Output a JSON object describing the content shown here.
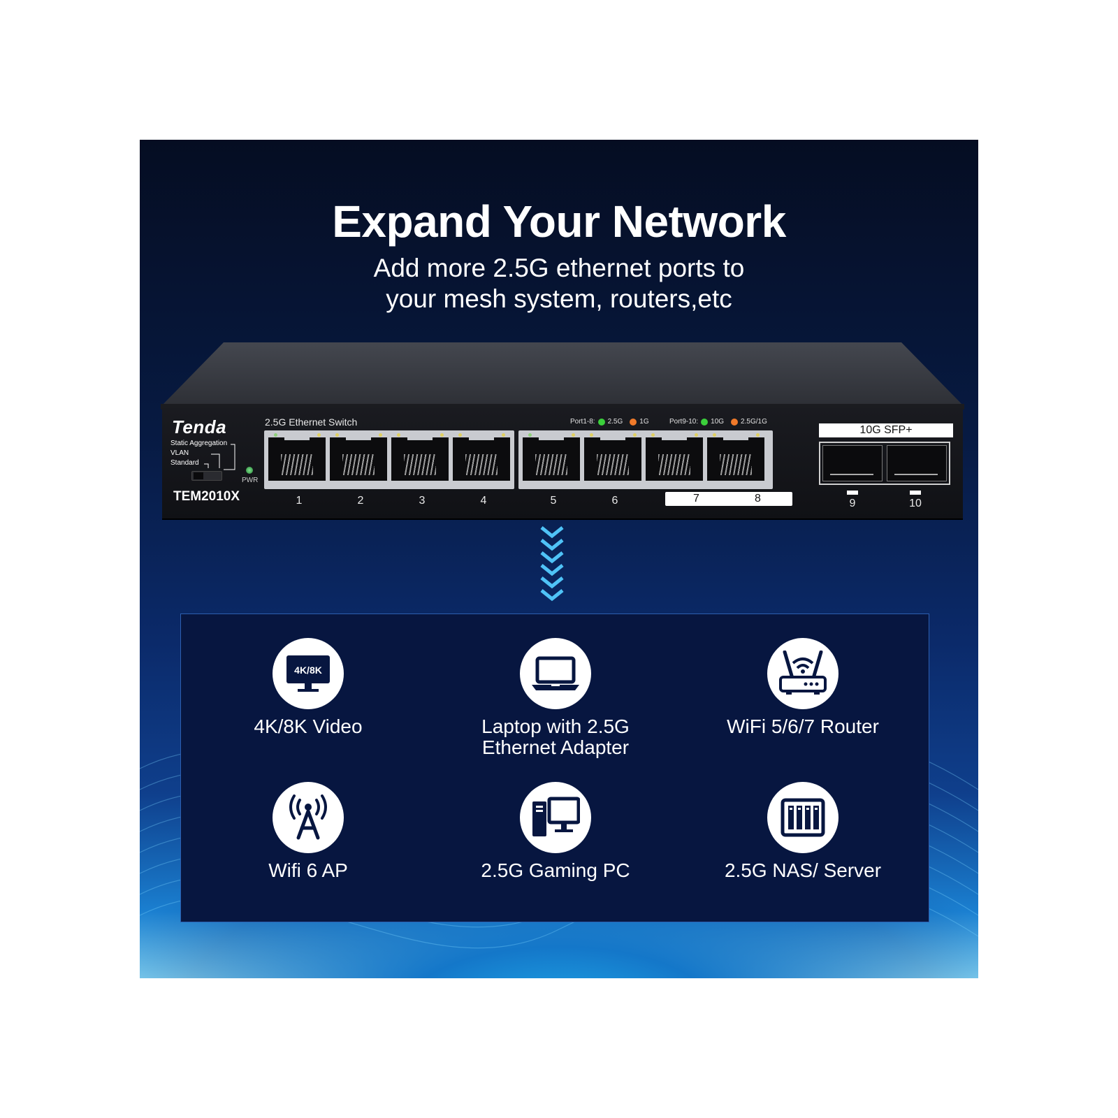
{
  "headline": "Expand Your Network",
  "subheadline": "Add more 2.5G ethernet ports to your mesh system, routers,etc",
  "switch": {
    "brand": "Tenda",
    "model": "TEM2010X",
    "title": "2.5G Ethernet Switch",
    "mode_labels": [
      "Static Aggregation",
      "VLAN",
      "Standard"
    ],
    "pwr_label": "PWR",
    "legend": {
      "group1_label": "Port1-8:",
      "group1_green": "2.5G",
      "group1_orange": "1G",
      "group2_label": "Port9-10:",
      "group2_green": "10G",
      "group2_orange": "2.5G/1G"
    },
    "port_numbers": [
      "1",
      "2",
      "3",
      "4",
      "5",
      "6",
      "7",
      "8"
    ],
    "sfp_label": "10G SFP+",
    "sfp_numbers": [
      "9",
      "10"
    ],
    "colors": {
      "led_green": "#3bcf3b",
      "led_orange": "#f07a2a"
    }
  },
  "devices": [
    {
      "icon": "monitor-4k8k-icon",
      "icon_text": "4K/8K",
      "label": "4K/8K Video"
    },
    {
      "icon": "laptop-icon",
      "label": "Laptop with 2.5G Ethernet Adapter"
    },
    {
      "icon": "router-icon",
      "label": "WiFi 5/6/7 Router"
    },
    {
      "icon": "access-point-icon",
      "label": "Wifi 6 AP"
    },
    {
      "icon": "desktop-pc-icon",
      "label": "2.5G Gaming PC"
    },
    {
      "icon": "nas-server-icon",
      "label": "2.5G NAS/ Server"
    }
  ],
  "colors": {
    "background_dark": "#050d22",
    "accent_blue": "#1fa6e6",
    "panel": "#071640"
  }
}
